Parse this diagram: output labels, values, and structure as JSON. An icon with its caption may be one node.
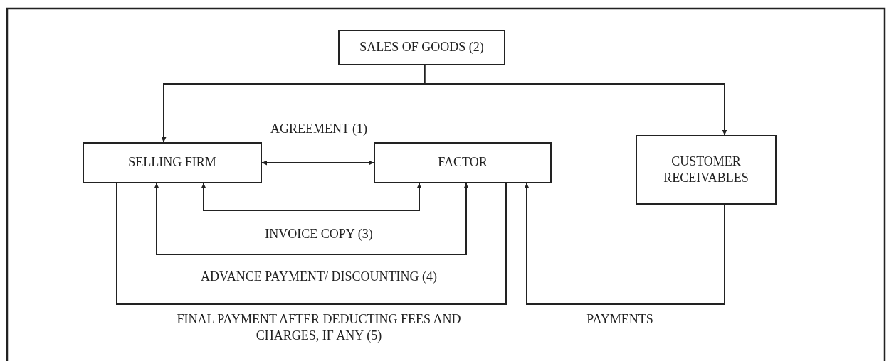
{
  "diagram": {
    "nodes": [
      {
        "text": [
          "SALES OF GOODS (2)"
        ]
      },
      {
        "text": [
          "SELLING FIRM"
        ]
      },
      {
        "text": [
          "FACTOR"
        ]
      },
      {
        "text": [
          "CUSTOMER RECEIVABLES"
        ]
      }
    ],
    "edges": [
      {
        "from": 0,
        "to": 1,
        "arrow": "to"
      },
      {
        "from": 0,
        "to": 3,
        "arrow": "to"
      },
      {
        "from": 1,
        "to": 2,
        "arrow": "both",
        "label": "AGREEMENT (1)"
      },
      {
        "from": 1,
        "to": 2,
        "arrow": "both",
        "label": "INVOICE COPY (3)"
      },
      {
        "from": 2,
        "to": 1,
        "arrow": "both",
        "label": "ADVANCE PAYMENT/ DISCOUNTING (4)"
      },
      {
        "from": 2,
        "to": 1,
        "arrow": "none",
        "label": "FINAL PAYMENT AFTER DEDUCTING FEES AND CHARGES, IF ANY (5)"
      },
      {
        "from": 3,
        "to": 2,
        "arrow": "to",
        "label": "PAYMENTS"
      }
    ]
  }
}
